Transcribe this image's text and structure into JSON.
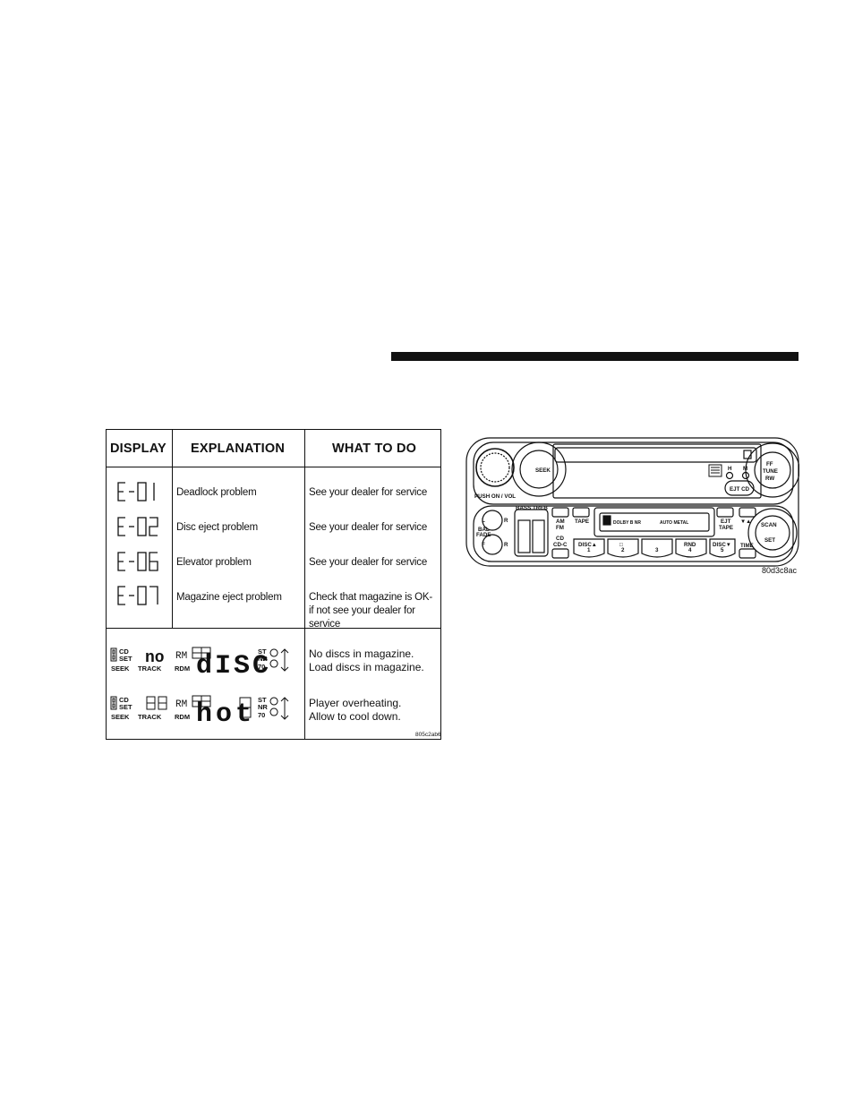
{
  "table": {
    "headers": [
      "DISPLAY",
      "EXPLANATION",
      "WHAT TO DO"
    ],
    "errors": [
      {
        "code": "E-01",
        "explanation": "Deadlock problem",
        "action": [
          "See your dealer for service"
        ]
      },
      {
        "code": "E-02",
        "explanation": "Disc eject problem",
        "action": [
          "See your dealer for service"
        ]
      },
      {
        "code": "E-06",
        "explanation": "Elevator problem",
        "action": [
          "See your dealer for service"
        ]
      },
      {
        "code": "E-07",
        "explanation": "Magazine eject problem",
        "action": [
          "Check that magazine is OK-",
          "if not see your dealer for service"
        ]
      }
    ],
    "messages": [
      {
        "display_word": "dISC",
        "lines": [
          "No discs in magazine.",
          "Load discs in magazine."
        ]
      },
      {
        "display_word": "hot",
        "lines": [
          "Player overheating.",
          "Allow to cool down."
        ]
      }
    ],
    "lcd_labels": {
      "cd": "CD",
      "set": "SET",
      "seek": "SEEK",
      "track": "TRACK",
      "rdm": "RDM",
      "rm": "RM",
      "st": "ST",
      "nr": "NR",
      "seventy": "70",
      "no": "no"
    },
    "figure_code": "805c2ab6"
  },
  "radio": {
    "figure_code": "80d3c8ac",
    "labels": {
      "push_on_vol": "PUSH ON / VOL",
      "seek": "SEEK",
      "ff": "FF",
      "tune": "TUNE",
      "rw": "RW",
      "h": "H",
      "m": "M",
      "ejt_cd": "EJT CD",
      "bass": "BASS",
      "treb": "TREB",
      "bal": "BAL",
      "fade": "FADE",
      "l": "L",
      "r": "R",
      "f": "F",
      "am_fm": [
        "AM",
        "FM"
      ],
      "tape": "TAPE",
      "cd_cdc": [
        "CD",
        "CD-C"
      ],
      "dolby": "DOLBY B NR",
      "auto_metal": "AUTO METAL",
      "ejt_tape": [
        "EJT",
        "TAPE"
      ],
      "time": "TIME",
      "scan": "SCAN",
      "set": "SET",
      "up_down": "▼▲",
      "presets": [
        {
          "label": "DISC▲",
          "num": "1"
        },
        {
          "label": "□",
          "num": "2"
        },
        {
          "label": "",
          "num": "3"
        },
        {
          "label": "RND",
          "num": "4"
        },
        {
          "label": "DISC▼",
          "num": "5"
        }
      ]
    }
  }
}
